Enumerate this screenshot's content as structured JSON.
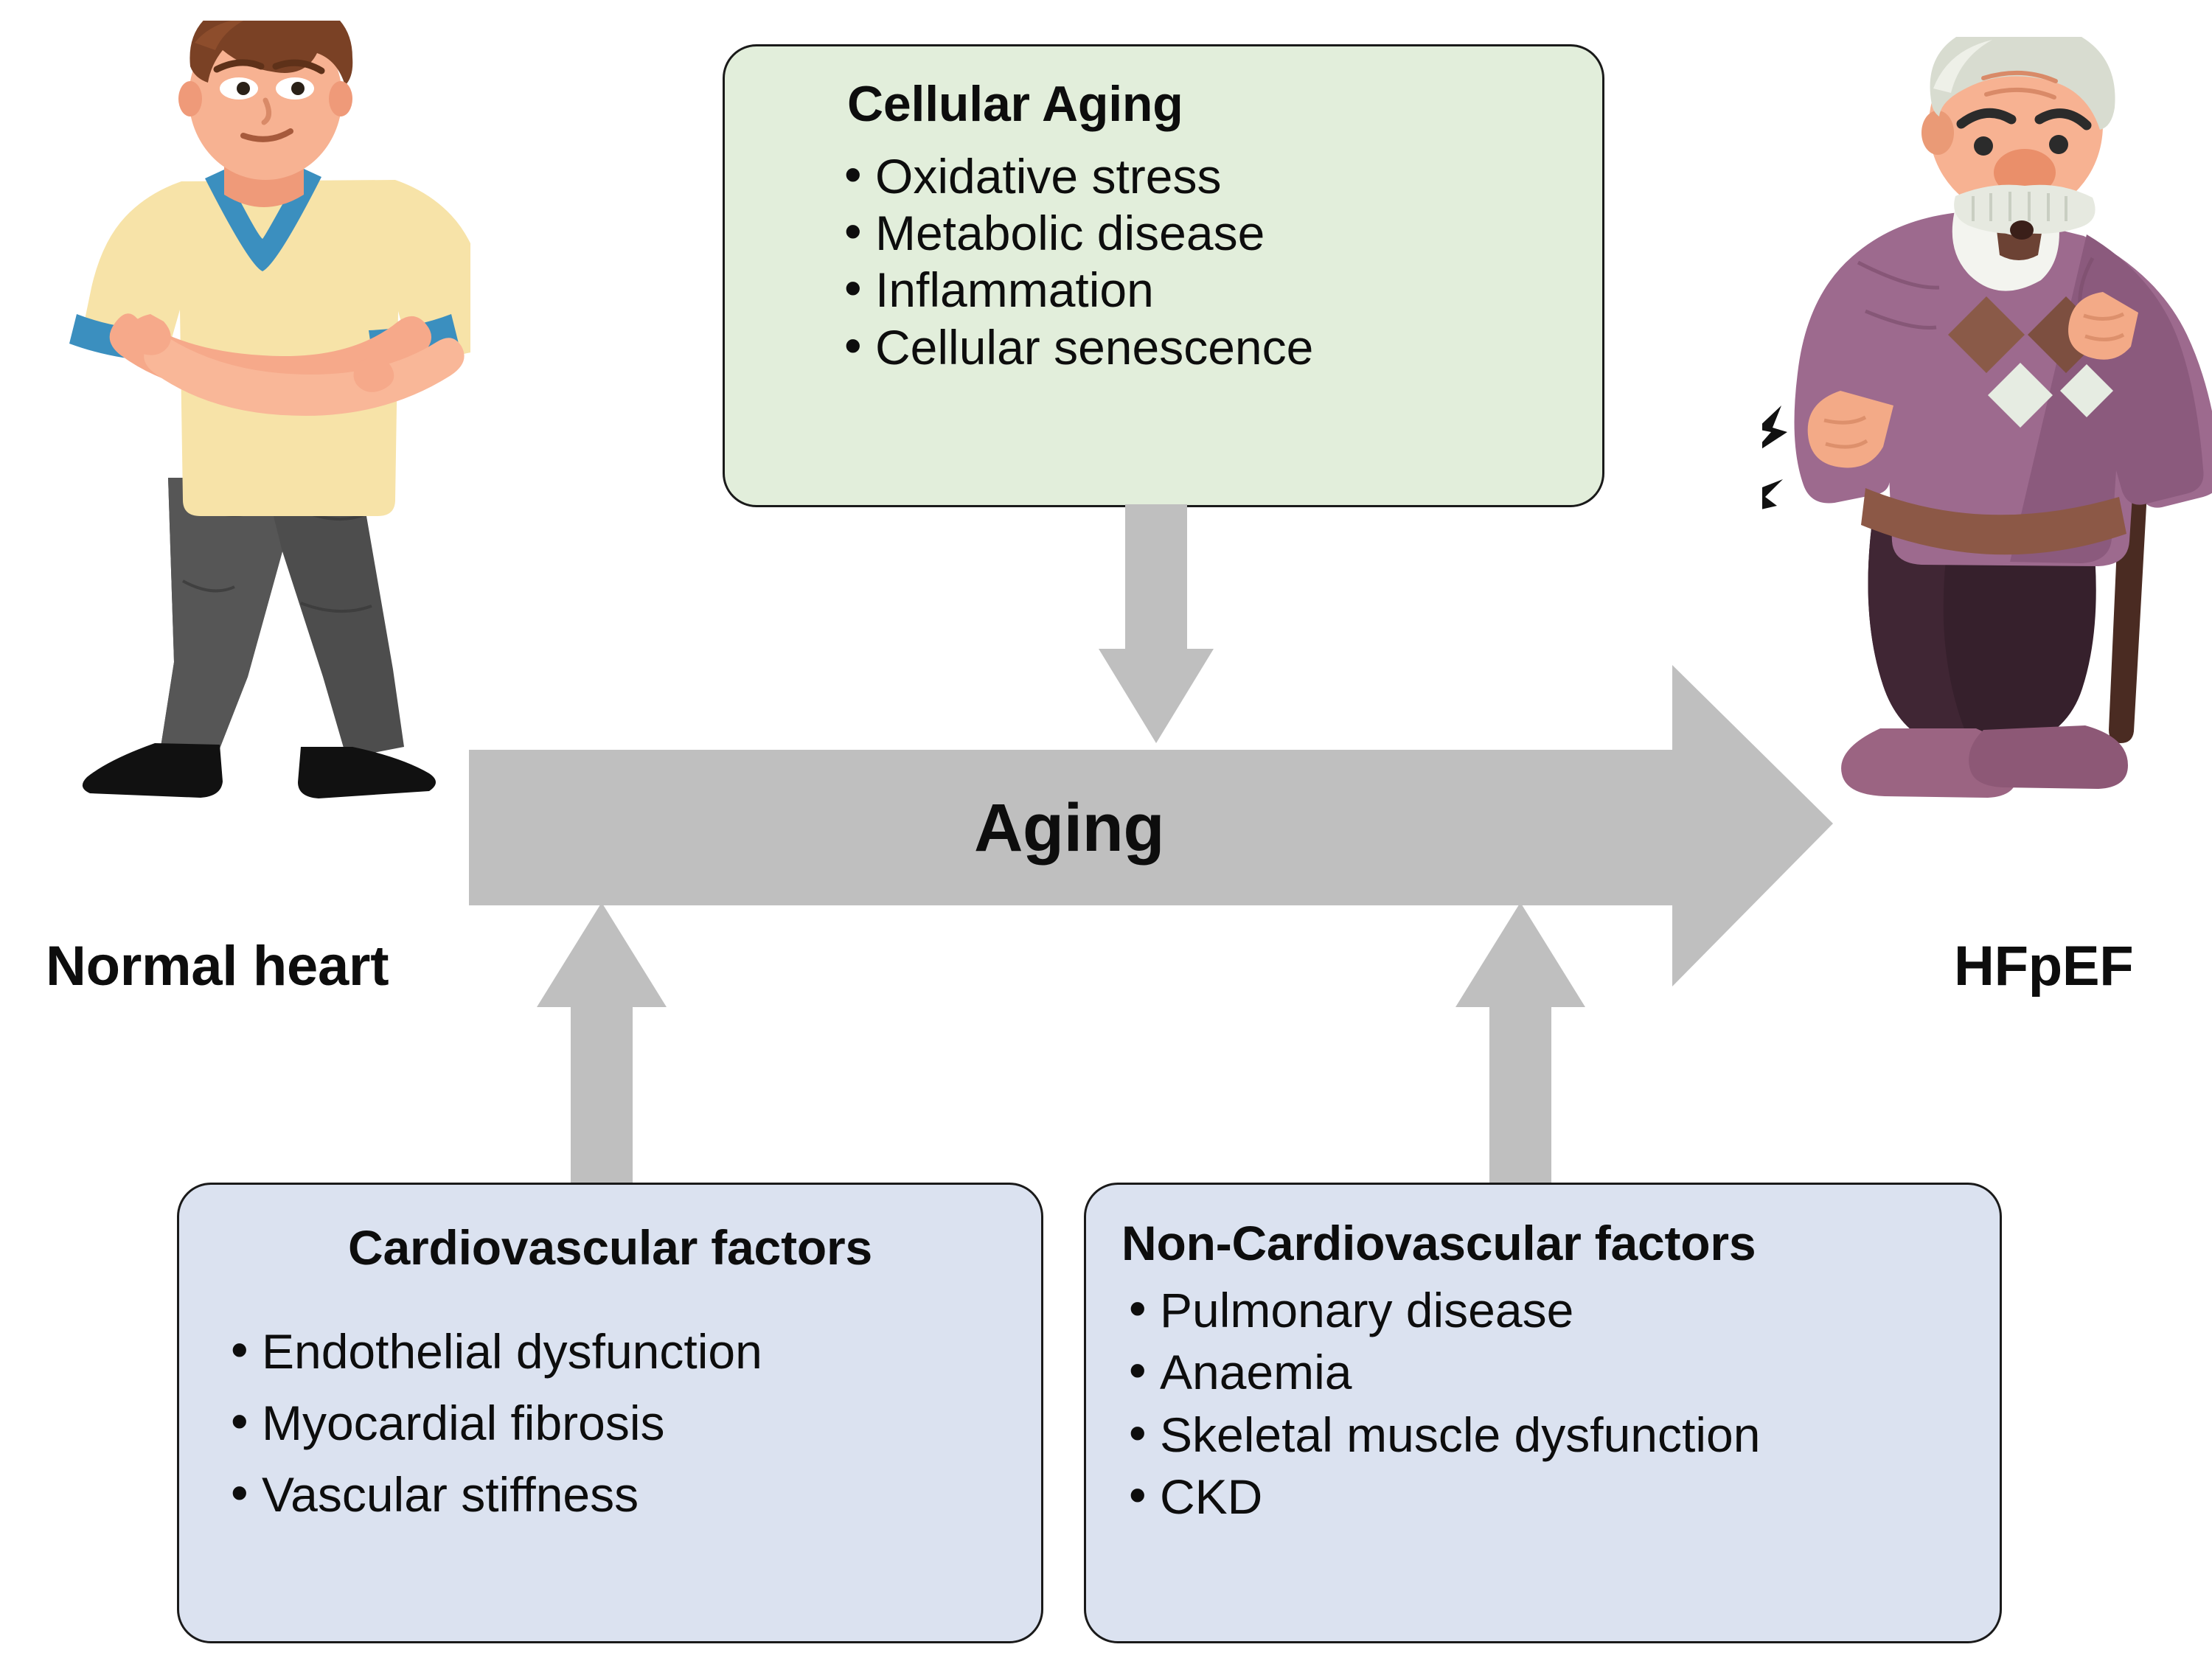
{
  "figure": {
    "title": "Aging pathway from normal heart to HFpEF",
    "background": "#ffffff",
    "colors": {
      "green_box_fill": "#e2eedb",
      "blue_box_fill": "#dbe2f0",
      "box_border": "#1a1a1a",
      "arrow_gray": "#bfbfbf",
      "text": "#0d0d0d"
    }
  },
  "cellular_aging": {
    "title": "Cellular Aging",
    "items": [
      "Oxidative stress",
      "Metabolic disease",
      "Inflammation",
      "Cellular senescence"
    ]
  },
  "cardiovascular": {
    "title": "Cardiovascular factors",
    "items": [
      "Endothelial dysfunction",
      "Myocardial fibrosis",
      "Vascular stiffness"
    ]
  },
  "non_cardiovascular": {
    "title": "Non-Cardiovascular factors",
    "items": [
      "Pulmonary disease",
      "Anaemia",
      "Skeletal muscle dysfunction",
      "CKD"
    ]
  },
  "axis": {
    "arrow_label": "Aging",
    "start_label": "Normal heart",
    "end_label": "HFpEF"
  },
  "illustrations": {
    "left": "young-man-illustration",
    "right": "elderly-man-with-cane-illustration"
  }
}
